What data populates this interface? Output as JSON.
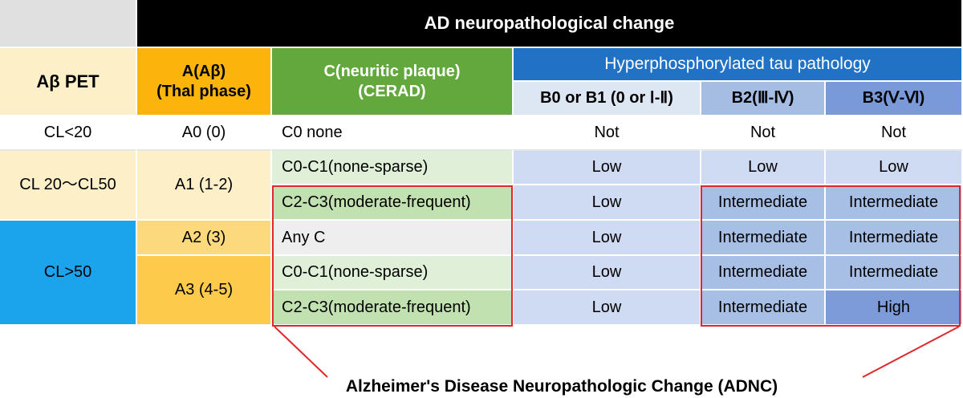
{
  "header": {
    "title": "AD neuropathological change",
    "abeta_pet": "Aβ PET",
    "a_col": "A(Aβ)\n(Thal phase)",
    "c_col": "C(neuritic plaque)\n(CERAD)",
    "tau_group": "Hyperphosphorylated tau pathology",
    "b01": "B0 or B1 (0 or Ⅰ-Ⅱ)",
    "b2": "B2(Ⅲ-Ⅳ)",
    "b3": "B3(Ⅴ-Ⅵ)"
  },
  "rows": [
    {
      "c": "C0 none",
      "b01": "Not",
      "b2": "Not",
      "b3": "Not"
    },
    {
      "c": "C0-C1(none-sparse)",
      "b01": "Low",
      "b2": "Low",
      "b3": "Low"
    },
    {
      "c": "C2-C3(moderate-frequent)",
      "b01": "Low",
      "b2": "Intermediate",
      "b3": "Intermediate"
    },
    {
      "c": "Any C",
      "b01": "Low",
      "b2": "Intermediate",
      "b3": "Intermediate"
    },
    {
      "c": "C0-C1(none-sparse)",
      "b01": "Low",
      "b2": "Intermediate",
      "b3": "Intermediate"
    },
    {
      "c": "C2-C3(moderate-frequent)",
      "b01": "Low",
      "b2": "Intermediate",
      "b3": "High"
    }
  ],
  "pet_groups": [
    "CL<20",
    "CL 20～CL50",
    "CL>50"
  ],
  "a_groups": [
    "A0 (0)",
    "A1 (1-2)",
    "A2 (3)",
    "A3 (4-5)"
  ],
  "caption": "Alzheimer's Disease Neuropathologic Change (ADNC)",
  "colors": {
    "black": "#000000",
    "gray": "#e0e0e0",
    "pet_light": "#fdf0c8",
    "pet_blue": "#1ba3ec",
    "a_header": "#fbb40c",
    "a_light": "#fdd97e",
    "a_mid": "#fdca4b",
    "c_header": "#62a83c",
    "c_light": "#e0f0d8",
    "c_mid": "#c1e1b0",
    "c_gray": "#eeeeee",
    "tau_header": "#2171c5",
    "b01_header": "#dde6f3",
    "b2_header": "#a6bde3",
    "b3_header": "#7a99d9",
    "tau_light": "#cfdbf2",
    "tau_mid": "#a8bfe5",
    "tau_dark": "#7d9bd9",
    "highlight": "#e0282c"
  }
}
